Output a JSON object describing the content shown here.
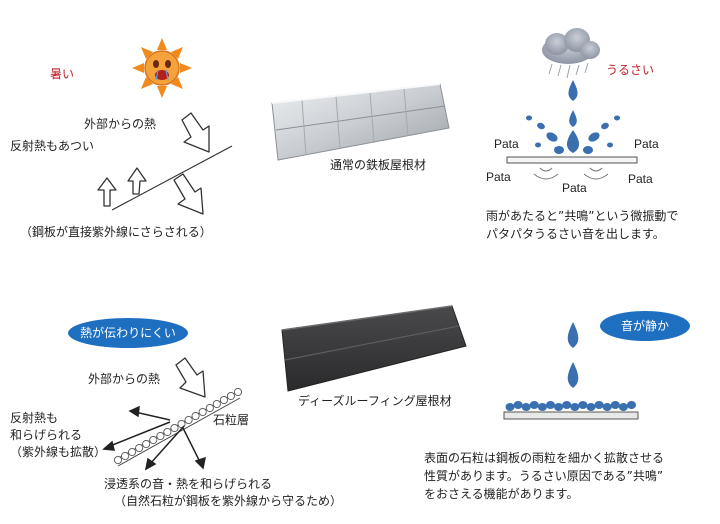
{
  "top_left": {
    "hot_label": "暑い",
    "external_heat": "外部からの熱",
    "reflected_heat": "反射熱もあつい",
    "uv_note": "（鋼板が直接紫外線にさらされる）"
  },
  "top_middle": {
    "caption": "通常の鉄板屋根材"
  },
  "top_right": {
    "noisy_label": "うるさい",
    "pata": "Pata",
    "description_line1": "雨があたると”共鳴”という微振動で",
    "description_line2": "パタパタうるさい音を出します。"
  },
  "bottom_left": {
    "badge": "熱が伝わりにくい",
    "external_heat": "外部からの熱",
    "stone_layer": "石粒層",
    "reflect_line1": "反射熱も",
    "reflect_line2": "和らげられる",
    "reflect_line3": "（紫外線も拡散）",
    "effect_line1": "浸透系の音・熱を和らげられる",
    "effect_line2": "（自然石粒が鋼板を紫外線から守るため）"
  },
  "bottom_middle": {
    "caption": "ディーズルーフィング屋根材"
  },
  "bottom_right": {
    "badge": "音が静か",
    "description_line1": "表面の石粒は鋼板の雨粒を細かく拡散させる",
    "description_line2": "性質があります。うるさい原因である”共鳴”",
    "description_line3": "をおさえる機能があります。"
  },
  "colors": {
    "badge_blue": "#1f6fc1",
    "hot_red": "#c0202a",
    "drop_blue": "#3a6fb0",
    "sun_orange": "#f08a1c"
  }
}
